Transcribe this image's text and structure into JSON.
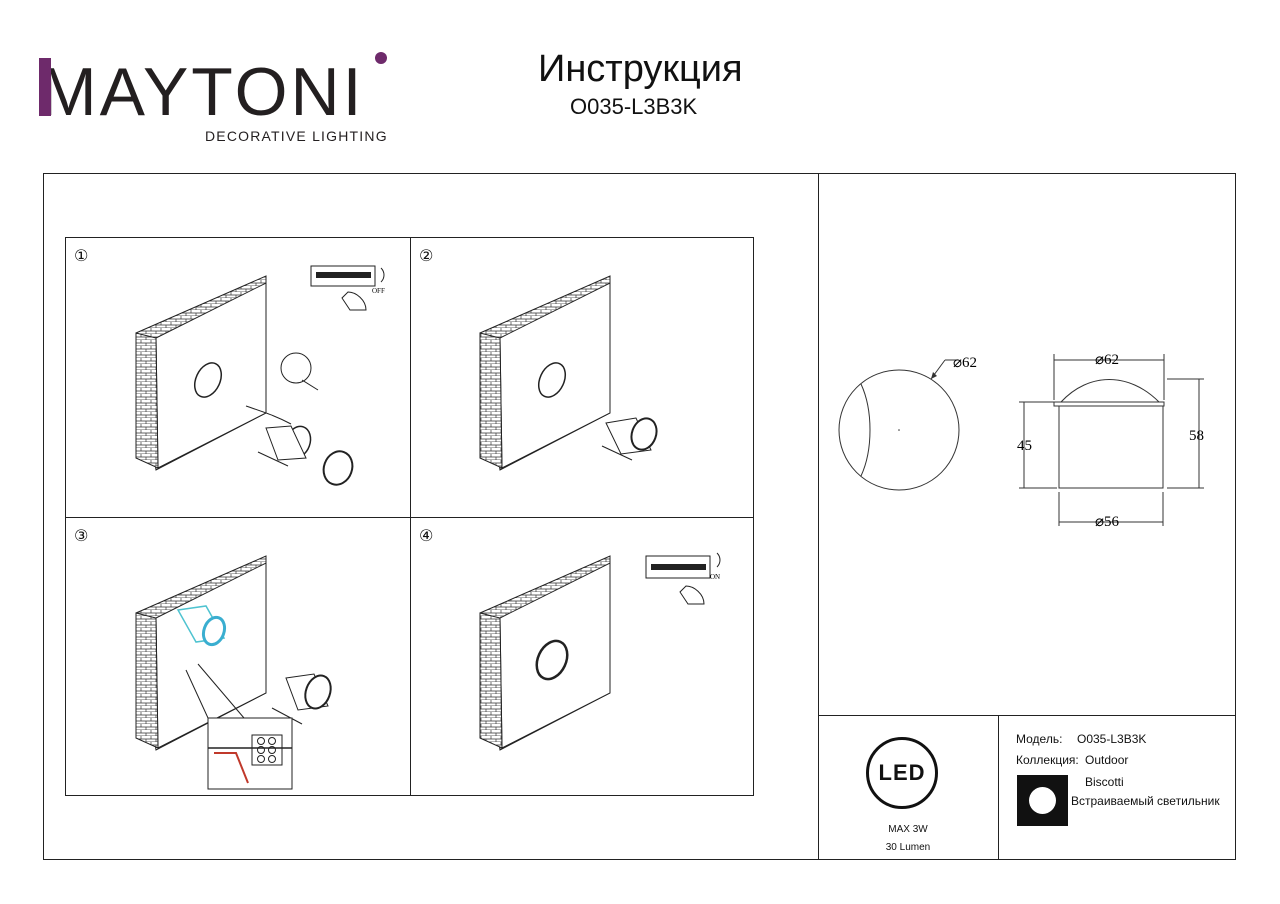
{
  "brand": {
    "name": "MAYTONI",
    "tagline": "DECORATIVE LIGHTING",
    "accent_color": "#6e2a6b"
  },
  "document": {
    "title": "Инструкция",
    "model_code": "O035-L3B3K"
  },
  "steps": [
    {
      "number": "①",
      "switch_state": "OFF"
    },
    {
      "number": "②"
    },
    {
      "number": "③"
    },
    {
      "number": "④",
      "switch_state": "ON"
    }
  ],
  "drawing": {
    "front_diameter": "⌀62",
    "top_diameter": "⌀62",
    "bottom_diameter": "⌀56",
    "height_body": "45",
    "height_total": "58"
  },
  "led_badge": {
    "label": "LED",
    "power": "MAX 3W",
    "lumen": "30 Lumen"
  },
  "spec": {
    "model_label": "Модель:",
    "model_value": "O035-L3B3K",
    "collection_label": "Коллекция:",
    "collection_value": "Outdoor",
    "series": "Biscotti",
    "product_type": "Встраиваемый светильник"
  }
}
